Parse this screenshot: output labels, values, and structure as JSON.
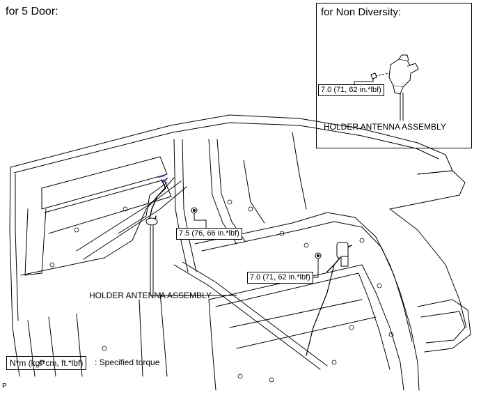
{
  "title": "for 5 Door:",
  "inset": {
    "title": "for Non Diversity:",
    "torque_label": "7.0 (71, 62 in.*lbf)",
    "part_label": "HOLDER ANTENNA ASSEMBLY"
  },
  "main": {
    "torque_upper": "7.5 (76, 66 in.*lbf)",
    "torque_right": "7.0 (71, 62 in.*lbf)",
    "part_label": "HOLDER ANTENNA ASSEMBLY"
  },
  "legend": {
    "unit_box": "N*m (kgf*cm, ft.*lbf)",
    "text": ": Specified torque"
  },
  "corner_mark": "P"
}
